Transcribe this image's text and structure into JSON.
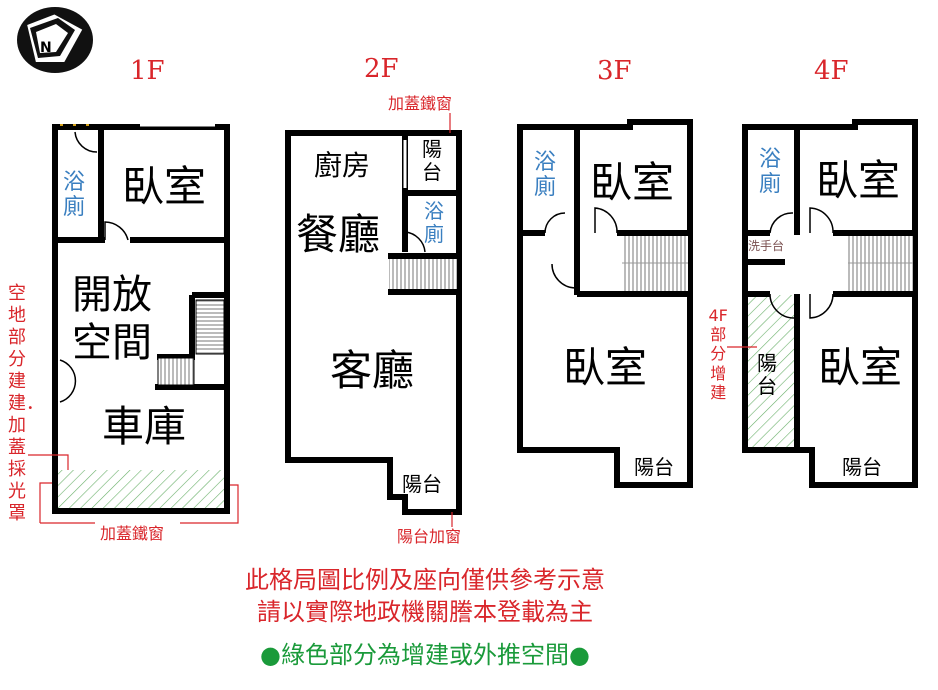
{
  "compass": {
    "label": "N"
  },
  "floors": {
    "f1": {
      "title": "1F",
      "bedroom": "臥室",
      "bath": "浴廁",
      "open_space": [
        "開放",
        "空間"
      ],
      "garage": "車庫",
      "note_side": "空地部分建建．加蓋採光罩",
      "note_bottom": "加蓋鐵窗"
    },
    "f2": {
      "title": "2F",
      "kitchen": "廚房",
      "dining": "餐廳",
      "living": "客廳",
      "balcony_top": "陽台",
      "bath": "浴廁",
      "balcony_bottom": "陽台",
      "note_top": "加蓋鐵窗",
      "note_bottom": "陽台加窗"
    },
    "f3": {
      "title": "3F",
      "bath": "浴廁",
      "bedroom1": "臥室",
      "bedroom2": "臥室",
      "balcony": "陽台"
    },
    "f4": {
      "title": "4F",
      "bath": "浴廁",
      "bedroom1": "臥室",
      "sink": "洗手台",
      "balcony_green": "陽台",
      "bedroom2": "臥室",
      "balcony": "陽台",
      "note_side": "4F部分增建"
    }
  },
  "notes": {
    "line1": "此格局圖比例及座向僅供參考示意",
    "line2": "請以實際地政機關謄本登載為主",
    "line3": "●綠色部分為增建或外推空間●"
  },
  "colors": {
    "wall": "#000000",
    "note_red": "#d9262b",
    "bath_blue": "#3a7fc0",
    "green": "#1a9a3a",
    "hatch": "#6ab06a"
  }
}
